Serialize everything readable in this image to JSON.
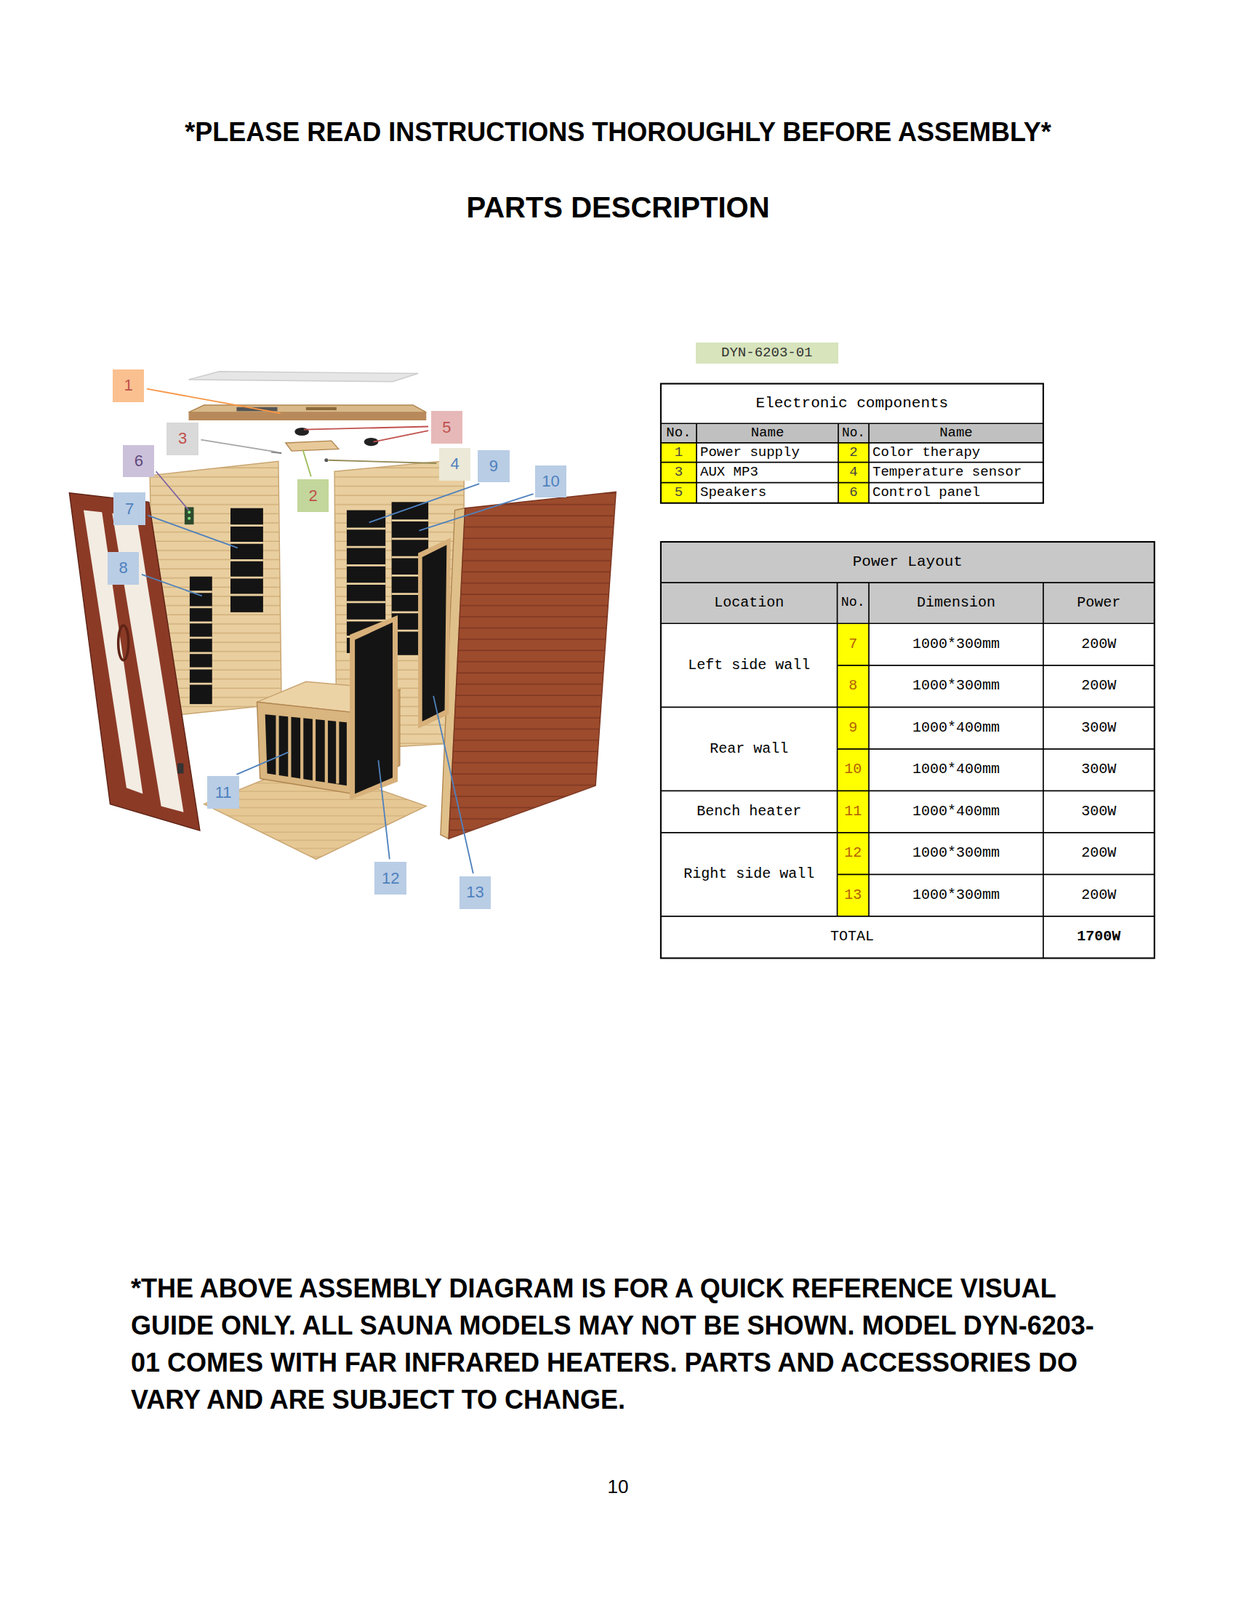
{
  "diagram": {
    "title": "PARTS DESCRIPTION",
    "caption": "*THE ABOVE ASSEMBLY DIAGRAM IS FOR A QUICK REFERENCE VISUAL GUIDE ONLY. ALL SAUNA MODELS MAY NOT BE SHOWN. MODEL DYN-6203-01 COMES WITH FAR INFRARED HEATERS. PARTS AND ACCESSORIES DO VARY AND ARE SUBJECT TO CHANGE.",
    "nodes": [
      {
        "text": [
          "1"
        ]
      },
      {
        "text": [
          "3"
        ]
      },
      {
        "text": [
          "6"
        ]
      },
      {
        "text": [
          "5"
        ]
      },
      {
        "text": [
          "4"
        ]
      },
      {
        "text": [
          "9"
        ]
      },
      {
        "text": [
          "2"
        ]
      },
      {
        "text": [
          "7"
        ]
      },
      {
        "text": [
          "10"
        ]
      },
      {
        "text": [
          "8"
        ]
      },
      {
        "text": [
          "11"
        ]
      },
      {
        "text": [
          "12"
        ]
      },
      {
        "text": [
          "13"
        ]
      },
      {
        "text": [
          "DYN-6203-01"
        ]
      }
    ],
    "labels": [
      "*PLEASE READ INSTRUCTIONS THOROUGHLY BEFORE ASSEMBLY*",
      "Electronic components",
      "No.",
      "Name",
      "No.",
      "Name",
      "1",
      "Power supply",
      "2",
      "Color therapy",
      "3",
      "AUX MP3",
      "4",
      "Temperature sensor",
      "5",
      "Speakers",
      "6",
      "Control panel",
      "Power Layout",
      "Location",
      "No.",
      "Dimension",
      "Power",
      "Left side wall",
      "7",
      "1000*300mm",
      "200W",
      "8",
      "1000*300mm",
      "200W",
      "Rear wall",
      "9",
      "1000*400mm",
      "300W",
      "10",
      "1000*400mm",
      "300W",
      "Bench heater",
      "11",
      "1000*400mm",
      "300W",
      "Right side wall",
      "12",
      "1000*300mm",
      "200W",
      "13",
      "1000*300mm",
      "200W",
      "TOTAL",
      "1700W",
      "10"
    ]
  }
}
